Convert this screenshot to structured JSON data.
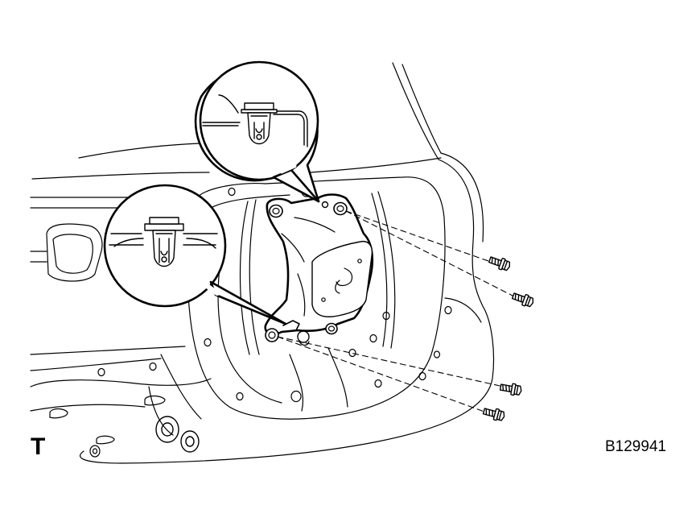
{
  "corner_mark": "T",
  "figure_id": "B129941",
  "colors": {
    "ink": "#000000",
    "paper": "#ffffff"
  },
  "callouts": [
    {
      "name": "upper-clip-detail",
      "depicts": "clip"
    },
    {
      "name": "lower-clip-detail",
      "depicts": "clip"
    }
  ],
  "fasteners": [
    "bolt",
    "bolt",
    "bolt",
    "bolt"
  ]
}
